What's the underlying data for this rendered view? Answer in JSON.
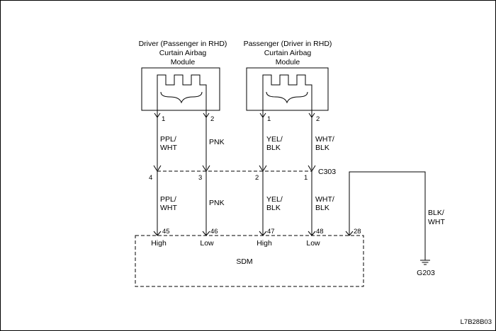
{
  "modules": {
    "driver": {
      "line1": "Driver (Passenger in RHD)",
      "line2": "Curtain Airbag",
      "line3": "Module"
    },
    "passenger": {
      "line1": "Passenger (Driver in RHD)",
      "line2": "Curtain Airbag",
      "line3": "Module"
    }
  },
  "module_pins": [
    "1",
    "2",
    "1",
    "2"
  ],
  "wires_upper": [
    {
      "line1": "PPL/",
      "line2": "WHT"
    },
    {
      "line1": "PNK",
      "line2": ""
    },
    {
      "line1": "YEL/",
      "line2": "BLK"
    },
    {
      "line1": "WHT/",
      "line2": "BLK"
    }
  ],
  "connector": {
    "name": "C303",
    "pins": [
      "4",
      "3",
      "2",
      "1"
    ]
  },
  "wires_lower": [
    {
      "line1": "PPL/",
      "line2": "WHT"
    },
    {
      "line1": "PNK",
      "line2": ""
    },
    {
      "line1": "YEL/",
      "line2": "BLK"
    },
    {
      "line1": "WHT/",
      "line2": "BLK"
    }
  ],
  "sdm": {
    "name": "SDM",
    "pins": [
      "45",
      "46",
      "47",
      "48",
      "28"
    ],
    "signals": [
      "High",
      "Low",
      "High",
      "Low"
    ]
  },
  "ground": {
    "wire_line1": "BLK/",
    "wire_line2": "WHT",
    "name": "G203"
  },
  "figure_code": "L7B28B03"
}
